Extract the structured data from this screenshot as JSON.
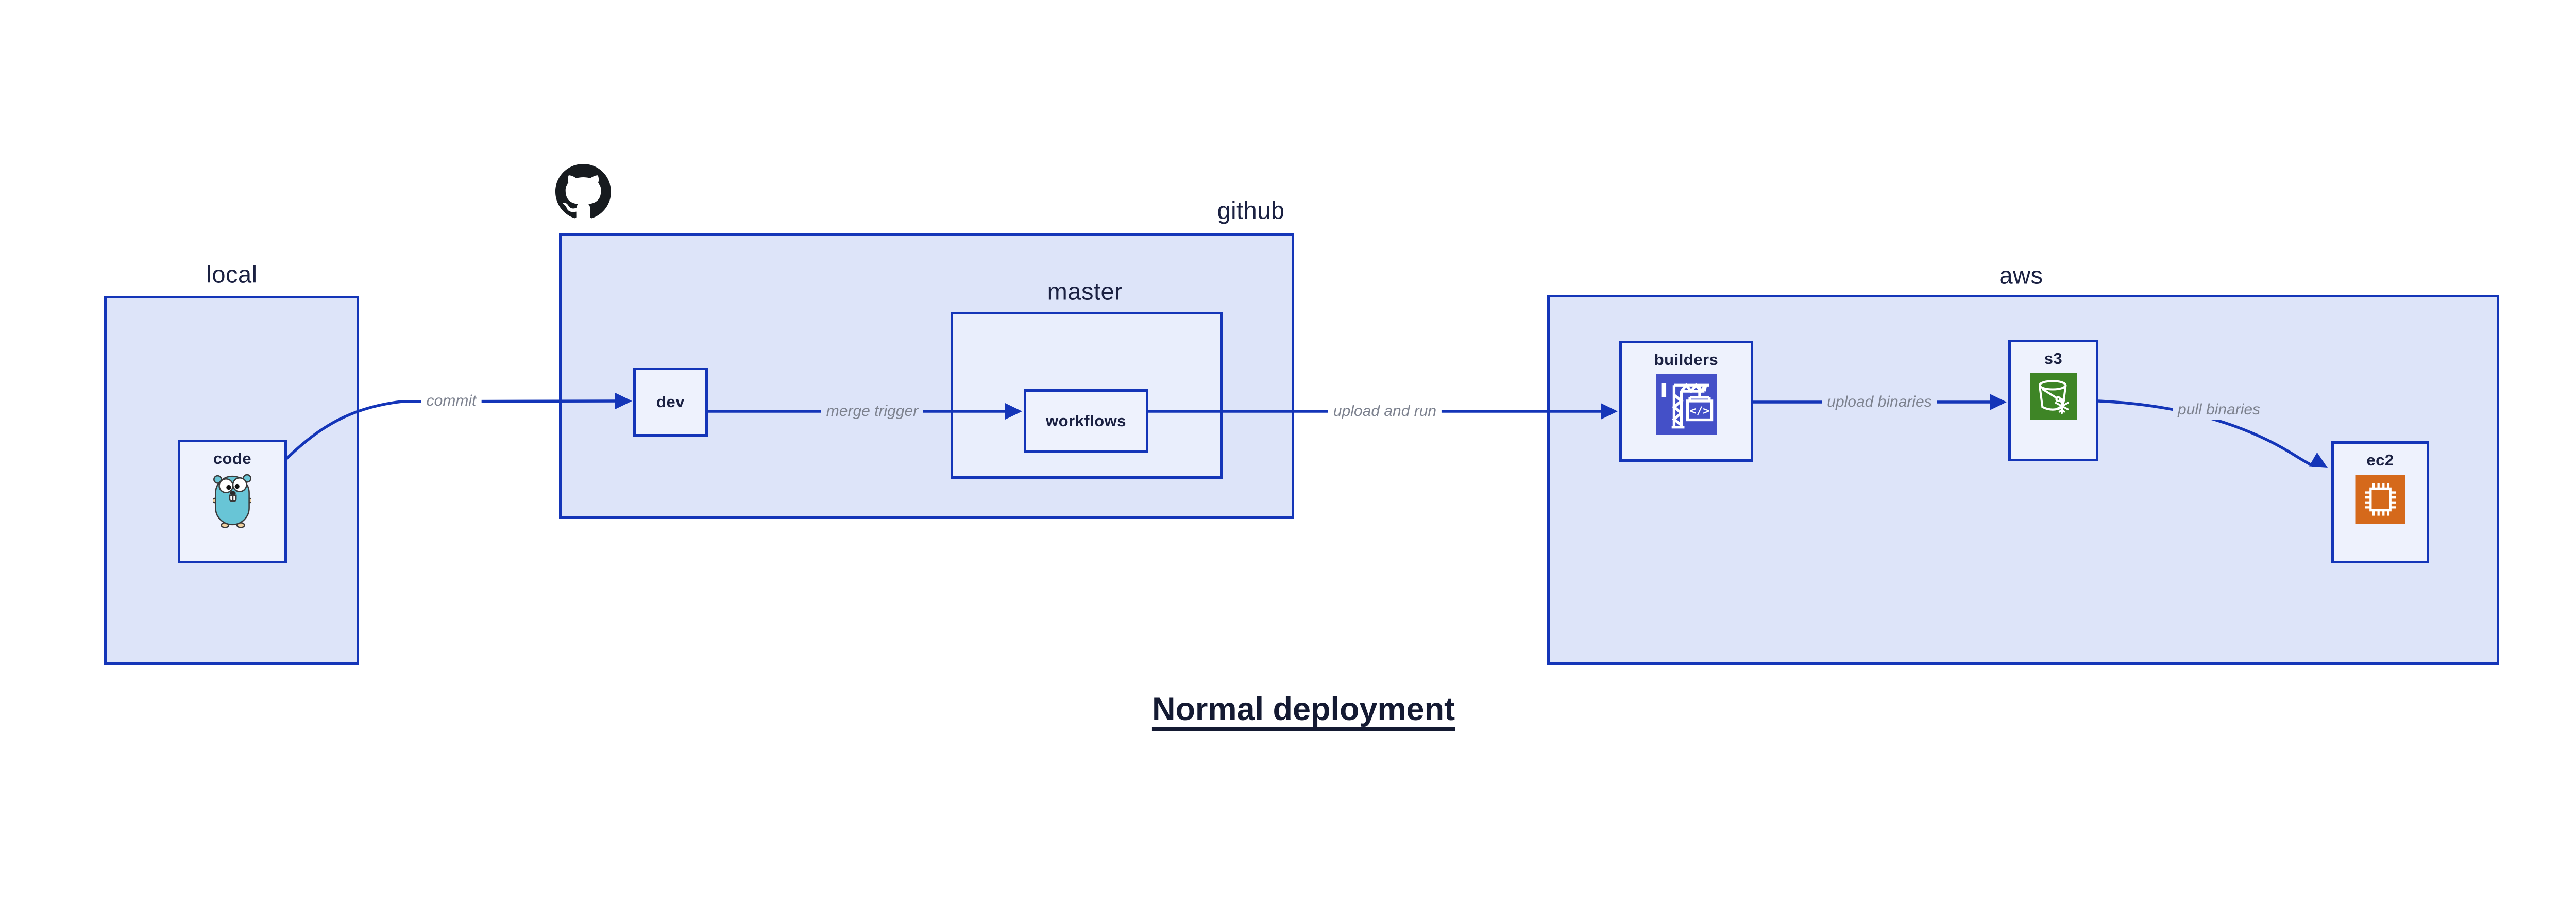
{
  "title": "Normal deployment",
  "containers": [
    {
      "id": "local",
      "label": "local"
    },
    {
      "id": "github",
      "label": "github"
    },
    {
      "id": "master",
      "label": "master"
    },
    {
      "id": "aws",
      "label": "aws"
    }
  ],
  "nodes": [
    {
      "id": "code",
      "label": "code",
      "icon": "go-gopher-icon"
    },
    {
      "id": "dev",
      "label": "dev"
    },
    {
      "id": "workflows",
      "label": "workflows"
    },
    {
      "id": "builders",
      "label": "builders",
      "icon": "codebuild-crane-icon"
    },
    {
      "id": "s3",
      "label": "s3",
      "icon": "s3-glacier-bucket-icon"
    },
    {
      "id": "ec2",
      "label": "ec2",
      "icon": "ec2-chip-icon"
    }
  ],
  "edges": [
    {
      "label": "commit",
      "from": "code",
      "to": "dev"
    },
    {
      "label": "merge trigger",
      "from": "dev",
      "to": "workflows"
    },
    {
      "label": "upload and run",
      "from": "workflows",
      "to": "builders"
    },
    {
      "label": "upload binaries",
      "from": "builders",
      "to": "s3"
    },
    {
      "label": "pull binaries",
      "from": "s3",
      "to": "ec2"
    }
  ],
  "logos": [
    {
      "id": "github-mark",
      "label": "github-octocat-mark"
    }
  ],
  "colors": {
    "border_blue": "#1435b8",
    "container_fill": "#dde4f9",
    "master_fill": "#e9eefc",
    "node_fill": "#eef2fd",
    "edge_label_gray": "#7d828f",
    "text_navy": "#1b2142",
    "builders_icon_indigo": "#4450c8",
    "s3_icon_green": "#3e8526",
    "ec2_icon_orange": "#d5691b",
    "gopher_teal": "#68c5d6",
    "github_mark_black": "#171b1f"
  }
}
